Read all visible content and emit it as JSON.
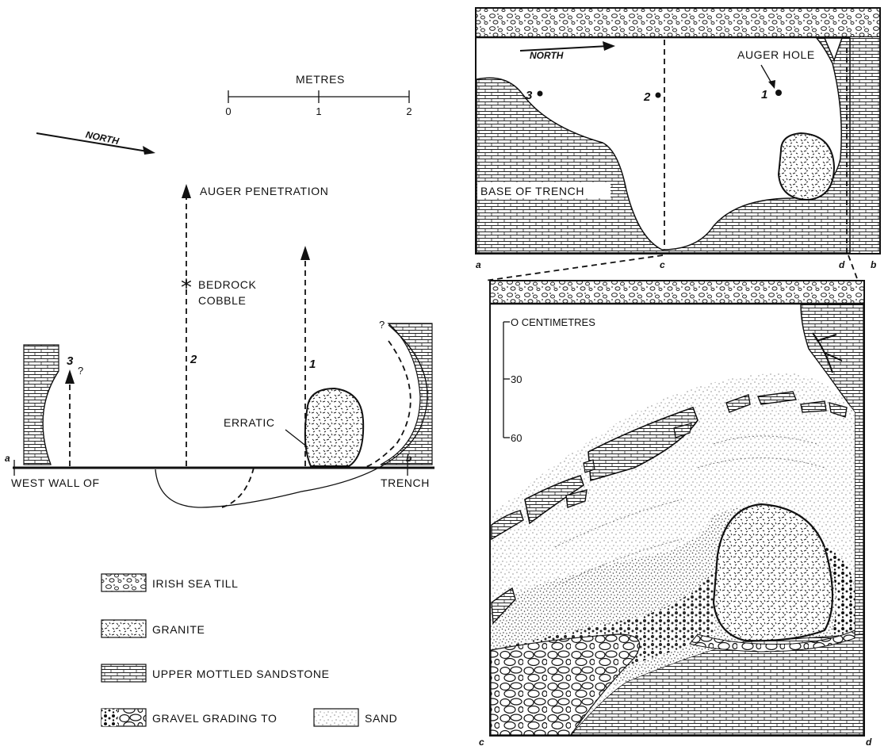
{
  "left_panel": {
    "scale_title": "METRES",
    "scale_ticks": [
      "0",
      "1",
      "2"
    ],
    "north_label": "NORTH",
    "auger_penetration": "AUGER PENETRATION",
    "bedrock_cobble_line1": "BEDROCK",
    "bedrock_cobble_line2": "COBBLE",
    "hole_labels": [
      "1",
      "2",
      "3"
    ],
    "question_mark": "?",
    "erratic_label": "ERRATIC",
    "point_a": "a",
    "point_b": "b",
    "west_wall_label": "WEST WALL OF",
    "trench_label": "TRENCH"
  },
  "legend": {
    "items": [
      {
        "pattern": "till",
        "label": "IRISH SEA TILL"
      },
      {
        "pattern": "granite",
        "label": "GRANITE"
      },
      {
        "pattern": "sandstone",
        "label": "UPPER MOTTLED SANDSTONE"
      }
    ],
    "gravel_label": "GRAVEL GRADING TO",
    "sand_label": "SAND"
  },
  "top_right": {
    "north_label": "NORTH",
    "auger_hole": "AUGER HOLE",
    "hole_labels": [
      "3",
      "2",
      "1"
    ],
    "base_of_trench": "BASE OF TRENCH",
    "corner_labels": [
      "a",
      "c",
      "d",
      "b"
    ]
  },
  "bottom_right": {
    "scale_ticks": [
      "O CENTIMETRES",
      "30",
      "60"
    ],
    "corner_labels": [
      "c",
      "d"
    ]
  }
}
